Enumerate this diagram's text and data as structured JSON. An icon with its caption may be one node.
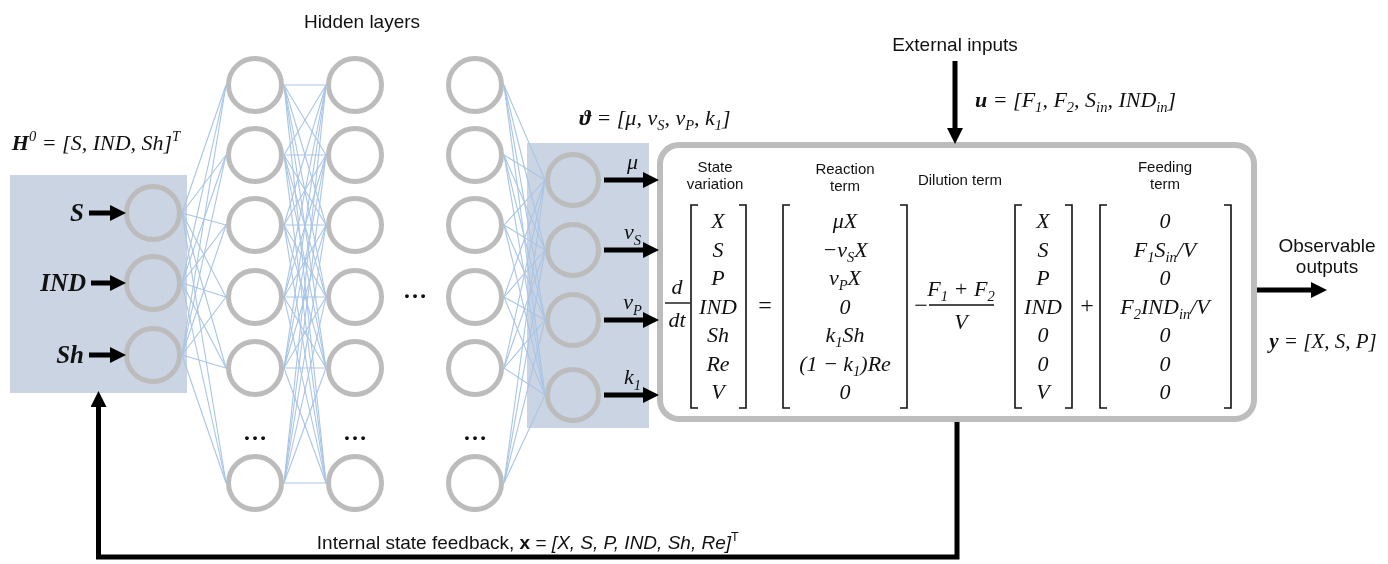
{
  "diagram": {
    "nodes": [
      {
        "text": [
          "**H**$^{0}$ = [S, IND, Sh]$^{T}$"
        ]
      },
      {
        "text": [
          "S"
        ],
        "in": 0
      },
      {
        "text": [
          "IND"
        ],
        "in": 0
      },
      {
        "text": [
          "Sh"
        ],
        "in": 0
      },
      {
        "text": [],
        "shape": "circle",
        "in": 0
      },
      {
        "text": [],
        "shape": "circle",
        "in": 0
      },
      {
        "text": [],
        "shape": "circle",
        "in": 0
      },
      {
        "text": [],
        "shape": "circle"
      },
      {
        "text": [],
        "shape": "circle"
      },
      {
        "text": [],
        "shape": "circle"
      },
      {
        "text": [],
        "shape": "circle"
      },
      {
        "text": [],
        "shape": "circle"
      },
      {
        "text": [],
        "shape": "circle"
      },
      {
        "text": [],
        "shape": "circle"
      },
      {
        "text": [],
        "shape": "circle"
      },
      {
        "text": [],
        "shape": "circle"
      },
      {
        "text": [],
        "shape": "circle"
      },
      {
        "text": [],
        "shape": "circle"
      },
      {
        "text": [],
        "shape": "circle"
      },
      {
        "text": [],
        "shape": "circle"
      },
      {
        "text": [],
        "shape": "circle"
      },
      {
        "text": [],
        "shape": "circle"
      },
      {
        "text": [],
        "shape": "circle"
      },
      {
        "text": [],
        "shape": "circle"
      },
      {
        "text": [],
        "shape": "circle"
      },
      {
        "text": [
          "**ϑ** = [μ, v$_{S}$, v$_{P}$, k$_{1}$]"
        ]
      },
      {
        "text": [],
        "shape": "circle",
        "in": 25
      },
      {
        "text": [],
        "shape": "circle",
        "in": 25
      },
      {
        "text": [],
        "shape": "circle",
        "in": 25
      },
      {
        "text": [],
        "shape": "circle",
        "in": 25
      },
      {
        "text": [
          "External inputs"
        ]
      },
      {
        "text": [],
        "shape": "box"
      }
    ],
    "edges": [
      {
        "from": 1,
        "to": 4,
        "arrow": "to",
        "style": "thick",
        "color": "#000000"
      },
      {
        "from": 2,
        "to": 5,
        "arrow": "to",
        "style": "thick",
        "color": "#000000"
      },
      {
        "from": 3,
        "to": 6,
        "arrow": "to",
        "style": "thick",
        "color": "#000000"
      },
      {
        "from": 4,
        "to": 7,
        "arrow": "none"
      },
      {
        "from": 4,
        "to": 8,
        "arrow": "none"
      },
      {
        "from": 4,
        "to": 9,
        "arrow": "none"
      },
      {
        "from": 4,
        "to": 10,
        "arrow": "none"
      },
      {
        "from": 4,
        "to": 11,
        "arrow": "none"
      },
      {
        "from": 4,
        "to": 12,
        "arrow": "none"
      },
      {
        "from": 5,
        "to": 7,
        "arrow": "none"
      },
      {
        "from": 5,
        "to": 8,
        "arrow": "none"
      },
      {
        "from": 5,
        "to": 9,
        "arrow": "none"
      },
      {
        "from": 5,
        "to": 10,
        "arrow": "none"
      },
      {
        "from": 5,
        "to": 11,
        "arrow": "none"
      },
      {
        "from": 5,
        "to": 12,
        "arrow": "none"
      },
      {
        "from": 6,
        "to": 7,
        "arrow": "none"
      },
      {
        "from": 6,
        "to": 8,
        "arrow": "none"
      },
      {
        "from": 6,
        "to": 9,
        "arrow": "none"
      },
      {
        "from": 6,
        "to": 10,
        "arrow": "none"
      },
      {
        "from": 6,
        "to": 11,
        "arrow": "none"
      },
      {
        "from": 6,
        "to": 12,
        "arrow": "none"
      },
      {
        "from": 7,
        "to": 13,
        "arrow": "none"
      },
      {
        "from": 7,
        "to": 14,
        "arrow": "none"
      },
      {
        "from": 7,
        "to": 15,
        "arrow": "none"
      },
      {
        "from": 7,
        "to": 16,
        "arrow": "none"
      },
      {
        "from": 7,
        "to": 17,
        "arrow": "none"
      },
      {
        "from": 7,
        "to": 18,
        "arrow": "none"
      },
      {
        "from": 8,
        "to": 13,
        "arrow": "none"
      },
      {
        "from": 8,
        "to": 14,
        "arrow": "none"
      },
      {
        "from": 8,
        "to": 15,
        "arrow": "none"
      },
      {
        "from": 8,
        "to": 16,
        "arrow": "none"
      },
      {
        "from": 8,
        "to": 17,
        "arrow": "none"
      },
      {
        "from": 8,
        "to": 18,
        "arrow": "none"
      },
      {
        "from": 9,
        "to": 13,
        "arrow": "none"
      },
      {
        "from": 9,
        "to": 14,
        "arrow": "none"
      },
      {
        "from": 9,
        "to": 15,
        "arrow": "none"
      },
      {
        "from": 9,
        "to": 16,
        "arrow": "none"
      },
      {
        "from": 9,
        "to": 17,
        "arrow": "none"
      },
      {
        "from": 9,
        "to": 18,
        "arrow": "none"
      },
      {
        "from": 10,
        "to": 13,
        "arrow": "none"
      },
      {
        "from": 10,
        "to": 14,
        "arrow": "none"
      },
      {
        "from": 10,
        "to": 15,
        "arrow": "none"
      },
      {
        "from": 10,
        "to": 16,
        "arrow": "none"
      },
      {
        "from": 10,
        "to": 17,
        "arrow": "none"
      },
      {
        "from": 10,
        "to": 18,
        "arrow": "none"
      },
      {
        "from": 11,
        "to": 13,
        "arrow": "none"
      },
      {
        "from": 11,
        "to": 14,
        "arrow": "none"
      },
      {
        "from": 11,
        "to": 15,
        "arrow": "none"
      },
      {
        "from": 11,
        "to": 16,
        "arrow": "none"
      },
      {
        "from": 11,
        "to": 17,
        "arrow": "none"
      },
      {
        "from": 11,
        "to": 18,
        "arrow": "none"
      },
      {
        "from": 12,
        "to": 13,
        "arrow": "none"
      },
      {
        "from": 12,
        "to": 14,
        "arrow": "none"
      },
      {
        "from": 12,
        "to": 15,
        "arrow": "none"
      },
      {
        "from": 12,
        "to": 16,
        "arrow": "none"
      },
      {
        "from": 12,
        "to": 17,
        "arrow": "none"
      },
      {
        "from": 12,
        "to": 18,
        "arrow": "none"
      },
      {
        "from": 19,
        "to": 26,
        "arrow": "none"
      },
      {
        "from": 19,
        "to": 27,
        "arrow": "none"
      },
      {
        "from": 19,
        "to": 28,
        "arrow": "none"
      },
      {
        "from": 19,
        "to": 29,
        "arrow": "none"
      },
      {
        "from": 20,
        "to": 26,
        "arrow": "none"
      },
      {
        "from": 20,
        "to": 27,
        "arrow": "none"
      },
      {
        "from": 20,
        "to": 28,
        "arrow": "none"
      },
      {
        "from": 20,
        "to": 29,
        "arrow": "none"
      },
      {
        "from": 21,
        "to": 26,
        "arrow": "none"
      },
      {
        "from": 21,
        "to": 27,
        "arrow": "none"
      },
      {
        "from": 21,
        "to": 28,
        "arrow": "none"
      },
      {
        "from": 21,
        "to": 29,
        "arrow": "none"
      },
      {
        "from": 22,
        "to": 26,
        "arrow": "none"
      },
      {
        "from": 22,
        "to": 27,
        "arrow": "none"
      },
      {
        "from": 22,
        "to": 28,
        "arrow": "none"
      },
      {
        "from": 22,
        "to": 29,
        "arrow": "none"
      },
      {
        "from": 23,
        "to": 26,
        "arrow": "none"
      },
      {
        "from": 23,
        "to": 27,
        "arrow": "none"
      },
      {
        "from": 23,
        "to": 28,
        "arrow": "none"
      },
      {
        "from": 23,
        "to": 29,
        "arrow": "none"
      },
      {
        "from": 24,
        "to": 26,
        "arrow": "none"
      },
      {
        "from": 24,
        "to": 27,
        "arrow": "none"
      },
      {
        "from": 24,
        "to": 28,
        "arrow": "none"
      },
      {
        "from": 24,
        "to": 29,
        "arrow": "none"
      },
      {
        "from": 26,
        "to": 31,
        "arrow": "to",
        "label": "μ",
        "style": "thick",
        "color": "#000000"
      },
      {
        "from": 27,
        "to": 31,
        "arrow": "to",
        "label": "v$_{S}$",
        "style": "thick",
        "color": "#000000"
      },
      {
        "from": 28,
        "to": 31,
        "arrow": "to",
        "label": "v$_{P}$",
        "style": "thick",
        "color": "#000000"
      },
      {
        "from": 29,
        "to": 31,
        "arrow": "to",
        "label": "k$_{1}$",
        "style": "thick",
        "color": "#000000"
      },
      {
        "from": 30,
        "to": 31,
        "arrow": "to",
        "label": "**u** = [F$_{1}$, F$_{2}$, S$_{in}$, IND$_{in}$]",
        "style": "thick",
        "color": "#000000"
      },
      {
        "from": 31,
        "to": null,
        "arrow": "to",
        "label": "Observable outputs",
        "style": "thick",
        "color": "#000000"
      },
      {
        "from": 31,
        "to": 0,
        "arrow": "to",
        "label": "Internal state feedback, **x** = *[X, S, P, IND, Sh, Re]*$^{T}$",
        "style": "thick",
        "color": "#000000"
      }
    ],
    "labels": [
      "Hidden layers",
      "…",
      "…",
      "…",
      "…",
      "State variation",
      "Reaction term",
      "Dilution term",
      "Feeding term",
      "d",
      "dt",
      "X",
      "S",
      "P",
      "IND",
      "Sh",
      "Re",
      "V",
      "=",
      "μX",
      "−v$_{S}$X",
      "v$_{P}$X",
      "0",
      "k$_{1}$Sh",
      "(1 − k$_{1}$)Re",
      "0",
      "−",
      "F$_{1}$ + F$_{2}$",
      "V",
      "X",
      "S",
      "P",
      "IND",
      "0",
      "0",
      "V",
      "+",
      "0",
      "F$_{1}$S$_{in}$/V",
      "0",
      "F$_{2}$IND$_{in}$/V",
      "0",
      "0",
      "0",
      "**y** = [X, S, P]"
    ]
  }
}
